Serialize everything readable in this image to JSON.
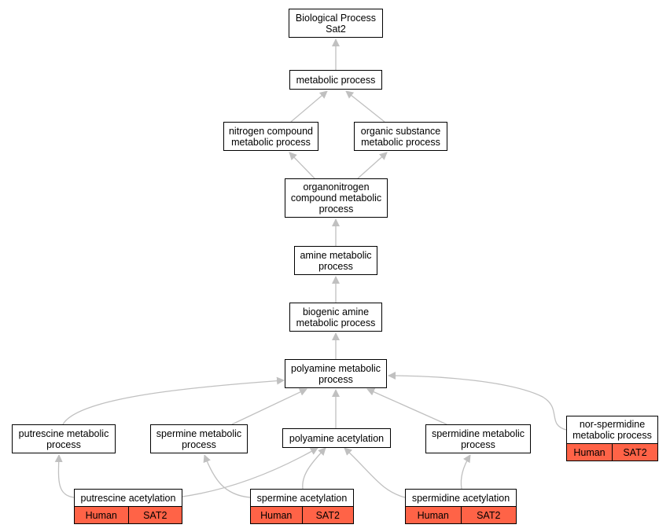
{
  "colors": {
    "edge": "#c0c0c0",
    "node_border": "#000000",
    "annotation_fill": "#ff6347"
  },
  "nodes": {
    "root": "Biological Process\nSat2",
    "metabolic": "metabolic process",
    "nitrogen": "nitrogen compound\nmetabolic process",
    "organic": "organic substance\nmetabolic process",
    "organonitrogen": "organonitrogen\ncompound metabolic\nprocess",
    "amine": "amine metabolic\nprocess",
    "biogenic": "biogenic amine\nmetabolic process",
    "polyamine": "polyamine metabolic\nprocess",
    "putrescine_met": "putrescine metabolic\nprocess",
    "spermine_met": "spermine metabolic\nprocess",
    "polyamine_acet": "polyamine acetylation",
    "spermidine_met": "spermidine metabolic\nprocess",
    "norspermidine": "nor-spermidine\nmetabolic process",
    "putrescine_acet": "putrescine acetylation",
    "spermine_acet": "spermine acetylation",
    "spermidine_acet": "spermidine acetylation"
  },
  "annotations": {
    "norspermidine": {
      "species": "Human",
      "gene": "SAT2"
    },
    "putrescine_acet": {
      "species": "Human",
      "gene": "SAT2"
    },
    "spermine_acet": {
      "species": "Human",
      "gene": "SAT2"
    },
    "spermidine_acet": {
      "species": "Human",
      "gene": "SAT2"
    }
  }
}
